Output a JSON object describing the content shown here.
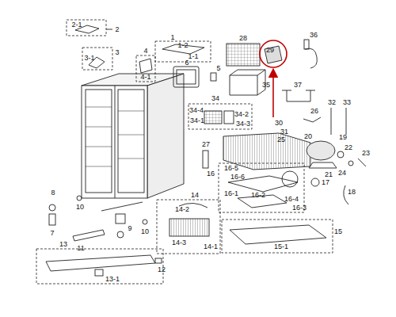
{
  "diagram": {
    "labels": [
      "2-1",
      "2",
      "1",
      "1-2",
      "1-1",
      "3",
      "3-1",
      "4",
      "4-1",
      "5",
      "6",
      "28",
      "29",
      "36",
      "35",
      "37",
      "34",
      "34-4",
      "34-2",
      "34-1",
      "34-3",
      "32",
      "33",
      "26",
      "30",
      "31",
      "25",
      "20",
      "19",
      "22",
      "21",
      "27",
      "24",
      "23",
      "16",
      "16-5",
      "16-6",
      "17",
      "16-1",
      "16-2",
      "16-4",
      "16-3",
      "14",
      "18",
      "8",
      "10",
      "14-2",
      "15",
      "7",
      "9",
      "10",
      "11",
      "14-3",
      "14-1",
      "15-1",
      "13",
      "12",
      "13-1"
    ]
  }
}
